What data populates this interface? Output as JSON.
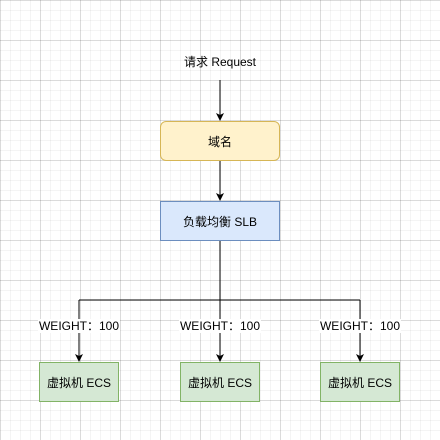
{
  "diagram": {
    "request_label": "请求 Request",
    "domain_node": "域名",
    "slb_node": "负载均衡 SLB",
    "weights": [
      "WEIGHT：100",
      "WEIGHT：100",
      "WEIGHT：100"
    ],
    "ecs_nodes": [
      "虚拟机 ECS",
      "虚拟机 ECS",
      "虚拟机 ECS"
    ]
  },
  "colors": {
    "domain_fill": "#fff2cc",
    "domain_stroke": "#d6b656",
    "slb_fill": "#dae8fc",
    "slb_stroke": "#6c8ebf",
    "ecs_fill": "#d5e8d4",
    "ecs_stroke": "#82b366",
    "edge": "#000000"
  }
}
